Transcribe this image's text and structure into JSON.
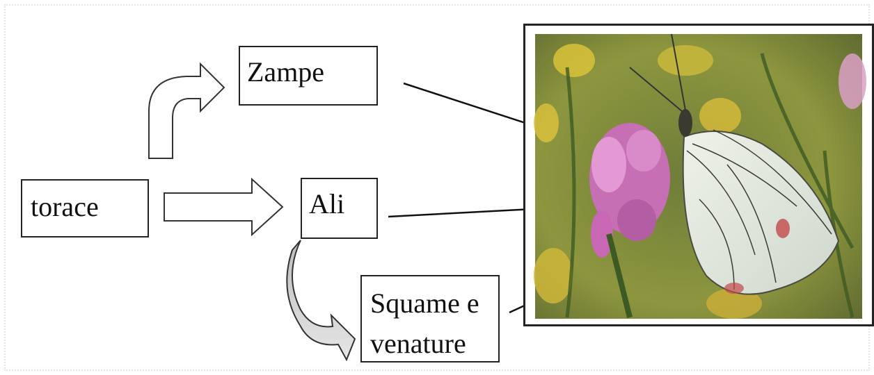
{
  "diagram": {
    "nodes": {
      "torace": "torace",
      "zampe": "Zampe",
      "ali": "Ali",
      "squame_line1": "Squame e",
      "squame_line2": "venature"
    },
    "photo": {
      "subject": "butterfly-on-pink-flower",
      "colors": {
        "background": "#8a9a3e",
        "wing": "#e6ece2",
        "flower": "#d98ac8"
      }
    }
  }
}
